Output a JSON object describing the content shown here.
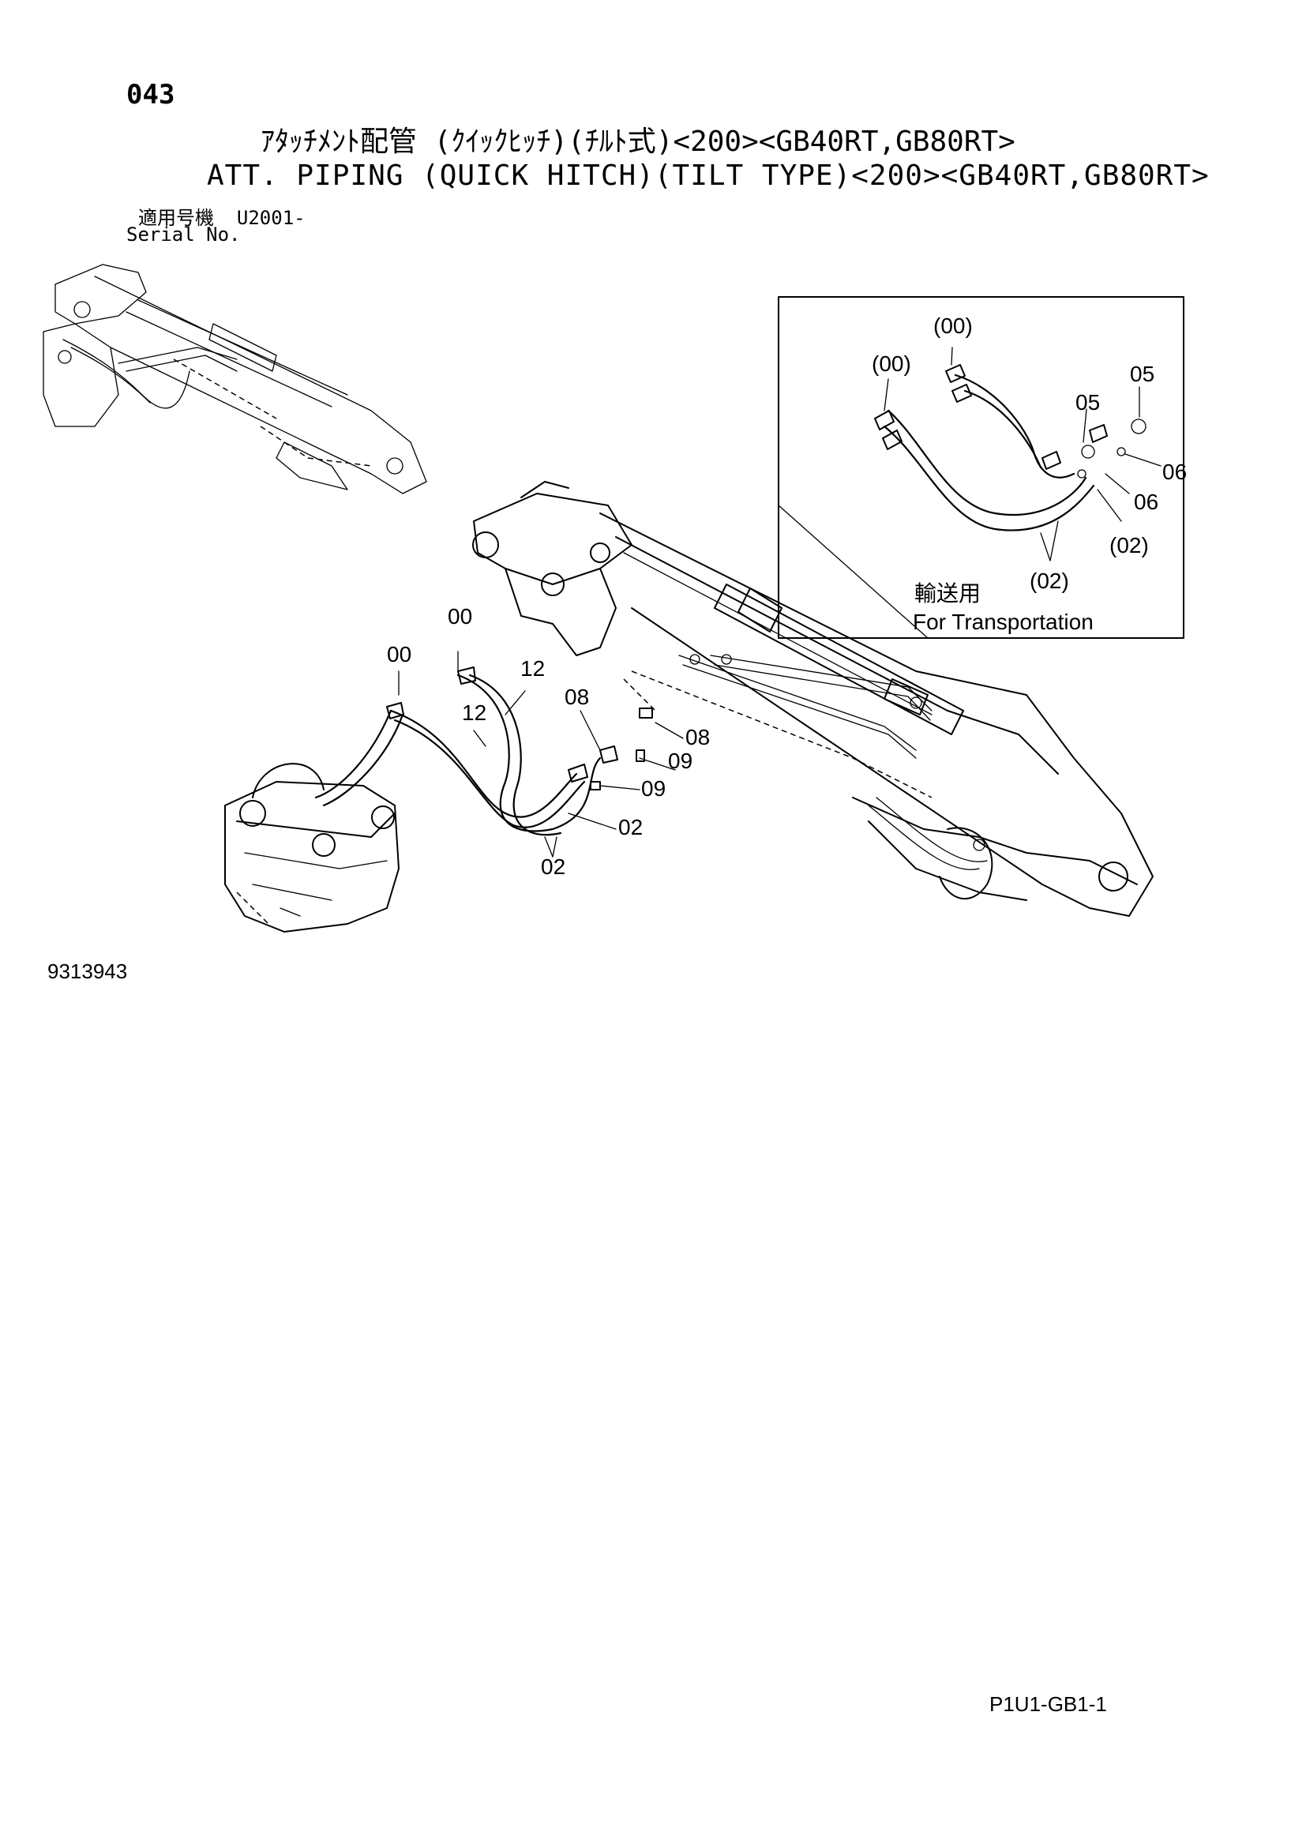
{
  "header": {
    "page_number": "043",
    "title_jp": "ｱﾀｯﾁﾒﾝﾄ配管 (ｸｲｯｸﾋｯﾁ)(ﾁﾙﾄ式)<200><GB40RT,GB80RT>",
    "title_en": "ATT. PIPING (QUICK HITCH)(TILT TYPE)<200><GB40RT,GB80RT>",
    "serial_label_jp": "適用号機",
    "serial_value": "U2001-",
    "serial_label_en": "Serial No."
  },
  "diagram": {
    "part_labels": {
      "p00a": "00",
      "p00b": "00",
      "p12a": "12",
      "p12b": "12",
      "p08a": "08",
      "p08b": "08",
      "p09a": "09",
      "p09b": "09",
      "p02a": "02",
      "p02b": "02"
    },
    "inset": {
      "labels": {
        "p00a": "(00)",
        "p00b": "(00)",
        "p05a": "05",
        "p05b": "05",
        "p06a": "06",
        "p06b": "06",
        "p02a": "(02)",
        "p02b": "(02)"
      },
      "caption_jp": "輸送用",
      "caption_en": "For Transportation"
    }
  },
  "footer": {
    "drawing_number": "9313943",
    "page_code": "P1U1-GB1-1"
  }
}
